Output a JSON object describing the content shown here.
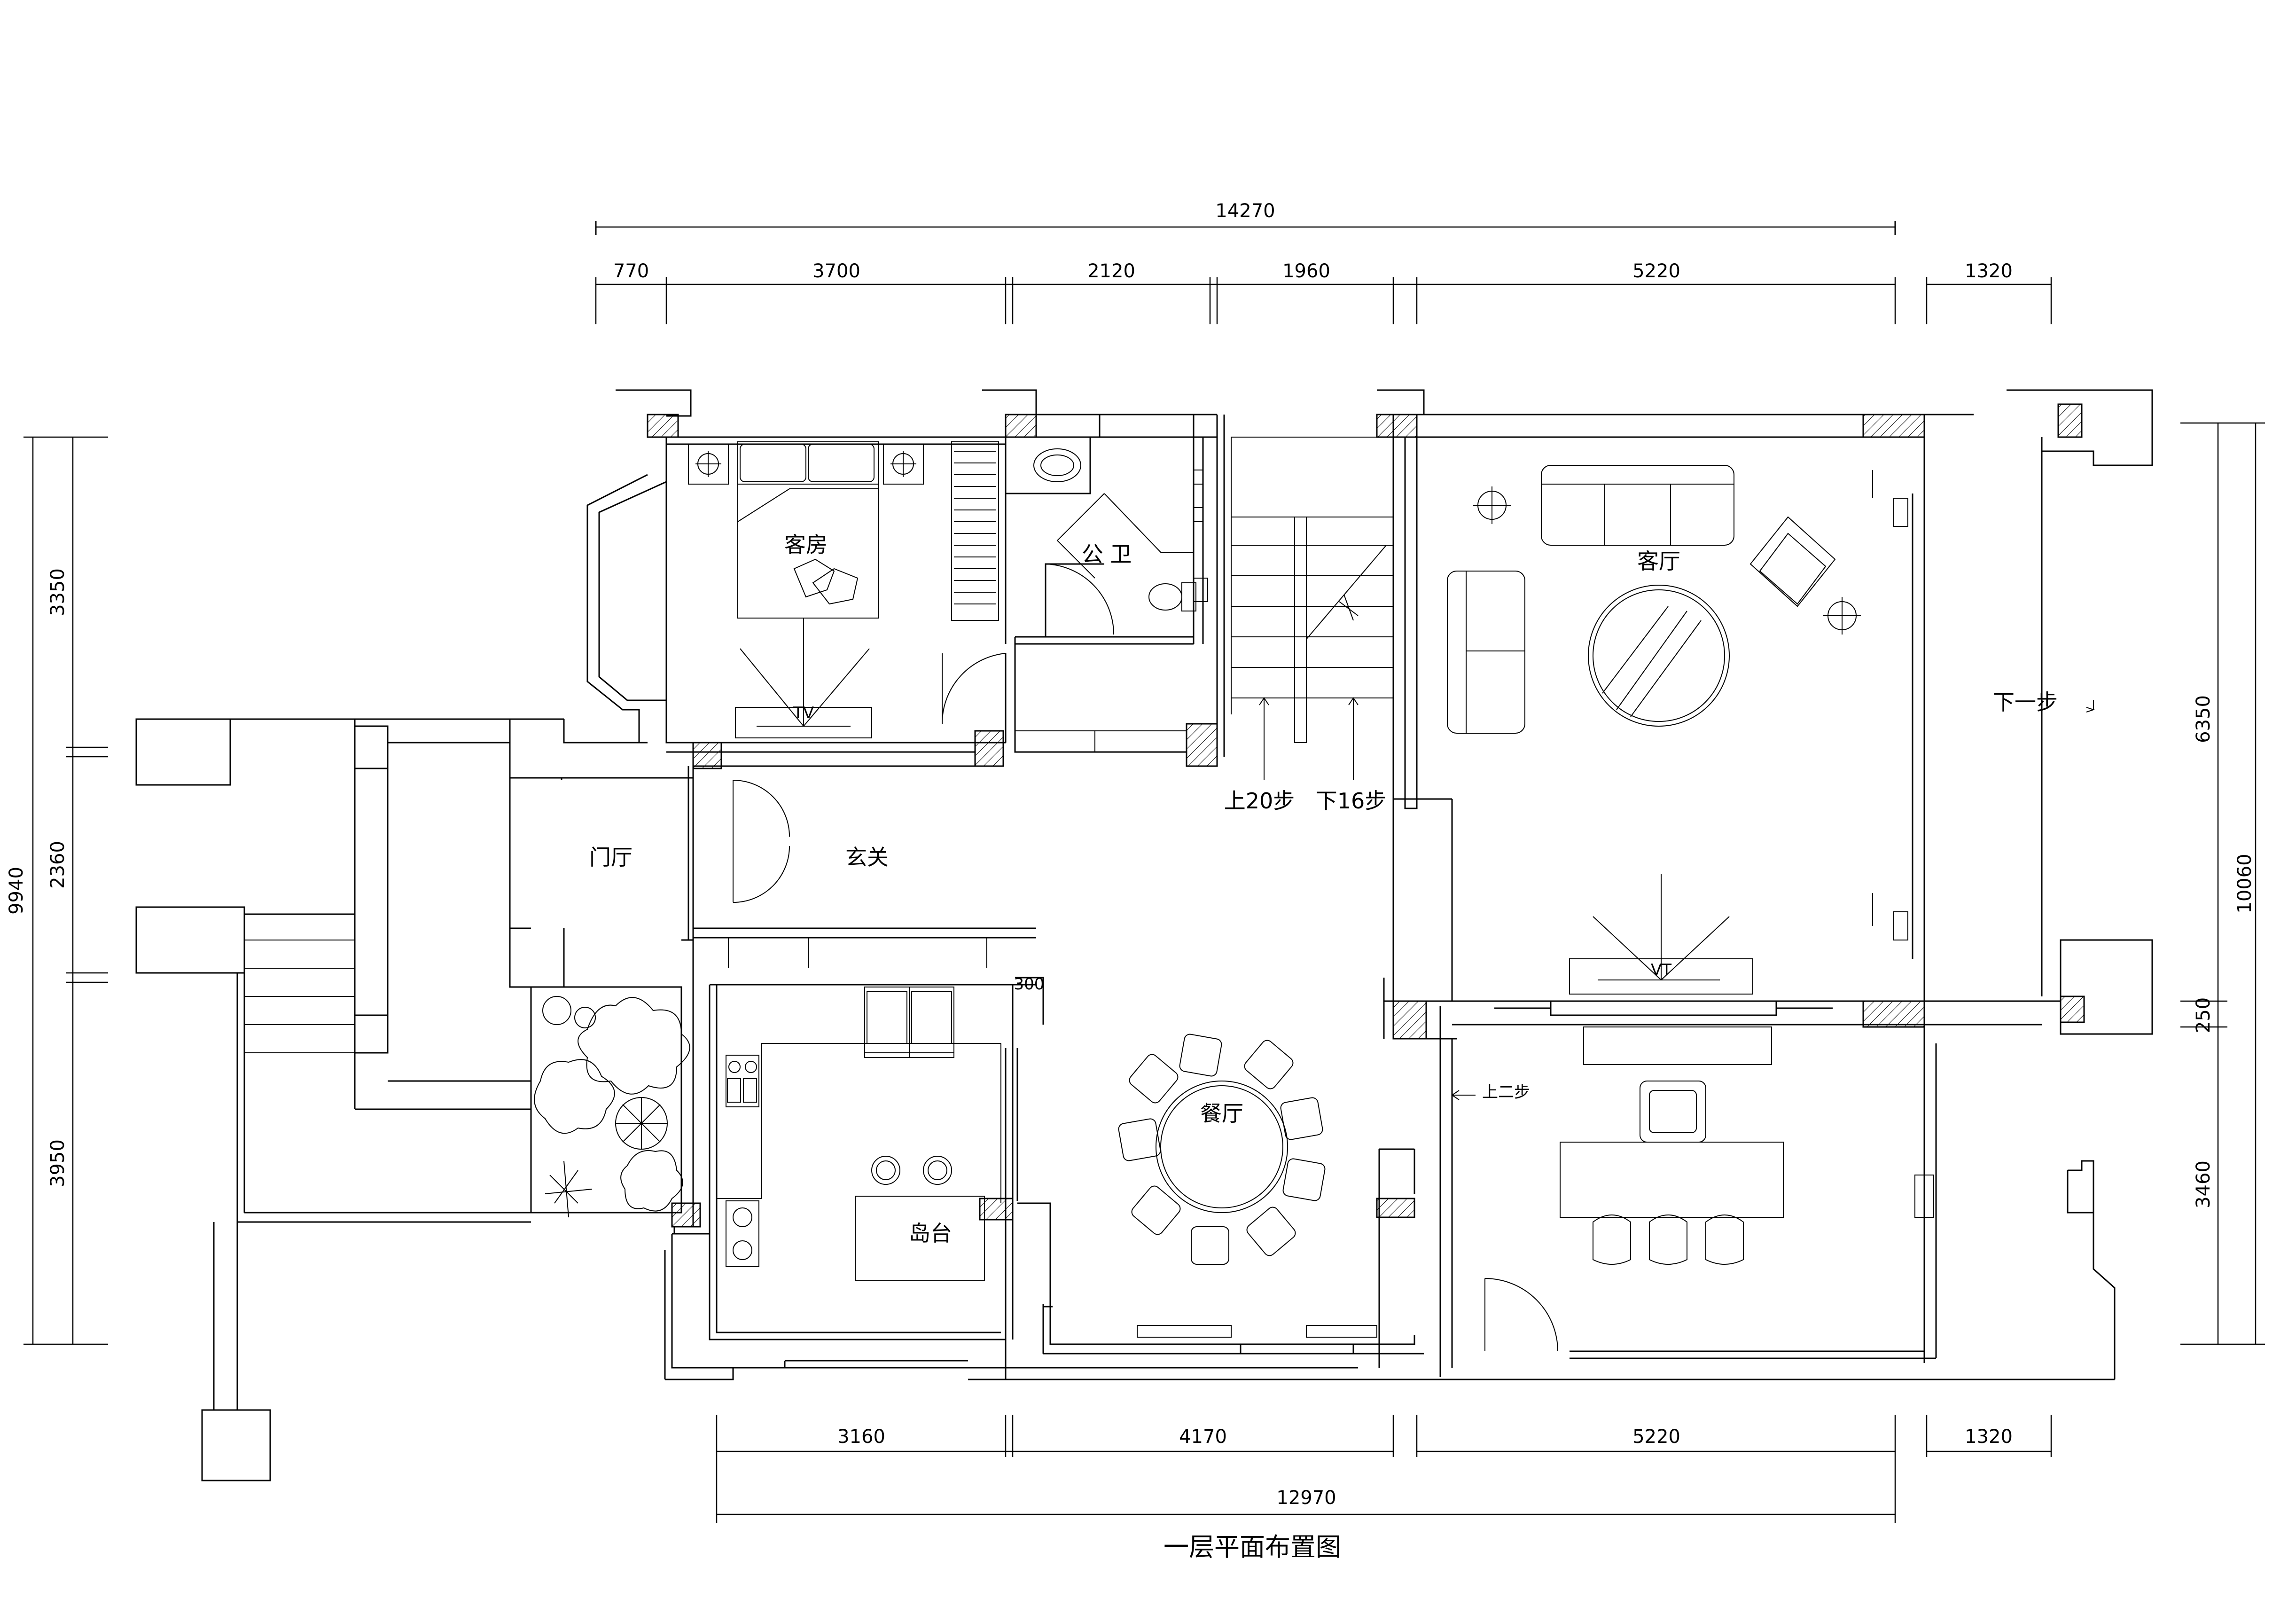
{
  "title": "一层平面布置图",
  "rooms": {
    "guest_room": "客房",
    "public_bath": "公 卫",
    "living_room": "客厅",
    "foyer_hall": "门厅",
    "entrance": "玄关",
    "dining_room": "餐厅",
    "island": "岛台",
    "step_down": "下一步",
    "stairs_up": "上20步",
    "stairs_down": "下16步",
    "step_up_two": "上二步",
    "tv_guest": "TV",
    "tv_living": "VT"
  },
  "dimensions": {
    "top_total": "14270",
    "top": [
      "770",
      "3700",
      "2120",
      "1960",
      "5220",
      "1320"
    ],
    "bottom": [
      "3160",
      "4170",
      "5220",
      "1320"
    ],
    "bottom_total": "12970",
    "left": [
      "3350",
      "2360",
      "3950"
    ],
    "left_total": "9940",
    "right": [
      "6350",
      "250",
      "3460"
    ],
    "right_total": "10060",
    "kitchen_note": "300"
  }
}
